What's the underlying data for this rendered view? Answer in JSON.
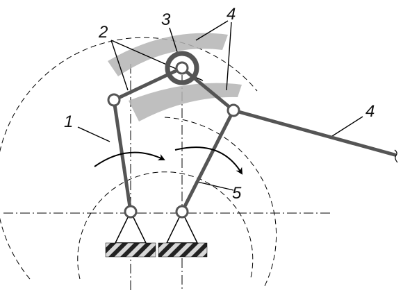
{
  "labels": {
    "crank_1": "1",
    "links_2": "2",
    "slider_3": "3",
    "guide_4_top": "4",
    "guide_4_right": "4",
    "link_5": "5"
  },
  "colors": {
    "link": "#555555",
    "guide": "#b4b4b4",
    "line": "#000000",
    "ground_dark": "#222222",
    "ground_light": "#d8d8d8"
  },
  "icons": {
    "pivot": "pin-joint-icon",
    "ground": "hatched-ground-icon",
    "rotation": "curved-arrow-icon"
  }
}
